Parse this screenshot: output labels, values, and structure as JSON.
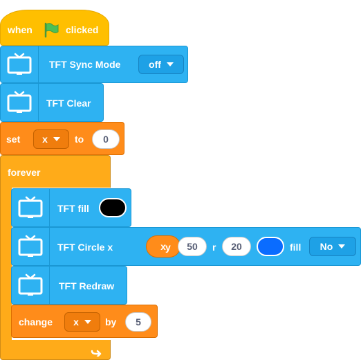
{
  "hat": {
    "prefix": "when",
    "suffix": "clicked",
    "icon": "green-flag-icon",
    "flag_color": "#4cbf56"
  },
  "tft_sync": {
    "label": "TFT Sync Mode",
    "mode": "off"
  },
  "tft_clear": {
    "label": "TFT Clear"
  },
  "set_var": {
    "label_set": "set",
    "variable": "x",
    "label_to": "to",
    "value": "0"
  },
  "forever": {
    "label": "forever"
  },
  "tft_fill": {
    "label": "TFT fill",
    "color": "#000000"
  },
  "tft_circle": {
    "label": "TFT Circle x",
    "x_reporter": "x",
    "label_y": "y",
    "y_value": "50",
    "label_r": "r",
    "r_value": "20",
    "color": "#0a6cff",
    "label_fill": "fill",
    "fill_option": "No"
  },
  "tft_redraw": {
    "label": "TFT Redraw"
  },
  "change_var": {
    "label_change": "change",
    "variable": "x",
    "label_by": "by",
    "value": "5"
  },
  "colors": {
    "tft": "#2eb2f2",
    "variables": "#ff8c1a",
    "control": "#ffab19",
    "events": "#ffbf00"
  }
}
